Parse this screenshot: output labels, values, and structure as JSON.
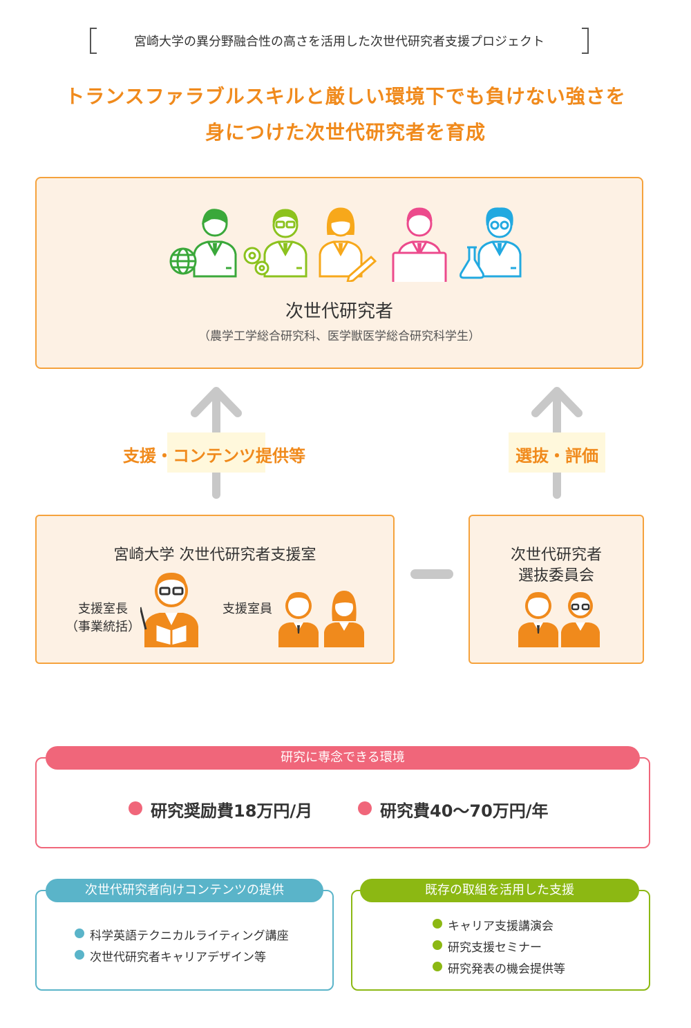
{
  "project_title": "宮崎大学の異分野融合性の高さを活用した次世代研究者支援プロジェクト",
  "headline": {
    "line1": "トランスファラブルスキルと厳しい環境下でも負けない強さを",
    "line2": "身につけた次世代研究者を育成"
  },
  "researchers": {
    "title": "次世代研究者",
    "subtitle": "（農学工学総合研究科、医学獣医学総合研究科学生）",
    "icons": [
      "globe-researcher-icon",
      "gears-researcher-icon",
      "pen-researcher-icon",
      "monitor-researcher-icon",
      "flask-researcher-icon"
    ]
  },
  "arrows": {
    "left_label": "支援・コンテンツ提供等",
    "right_label": "選抜・評価"
  },
  "support_office": {
    "title": "宮崎大学  次世代研究者支援室",
    "director_label_1": "支援室長",
    "director_label_2": "（事業統括）",
    "staff_label": "支援室員"
  },
  "committee": {
    "title_1": "次世代研究者",
    "title_2": "選抜委員会"
  },
  "environment": {
    "header": "研究に専念できる環境",
    "item1": "研究奨励費18万円/月",
    "item2": "研究費40〜70万円/年"
  },
  "contents": {
    "header": "次世代研究者向けコンテンツの提供",
    "items": [
      "科学英語テクニカルライティング講座",
      "次世代研究者キャリアデザイン等"
    ]
  },
  "existing": {
    "header": "既存の取組を活用した支援",
    "items": [
      "キャリア支援講演会",
      "研究支援セミナー",
      "研究発表の機会提供等"
    ]
  },
  "colors": {
    "orange": "#f08a1c",
    "box_fill": "#fdf1e4",
    "pink": "#f0667a",
    "teal": "#5ab4c9",
    "green": "#8cb813",
    "gray_arrow": "#c8c8c8"
  }
}
